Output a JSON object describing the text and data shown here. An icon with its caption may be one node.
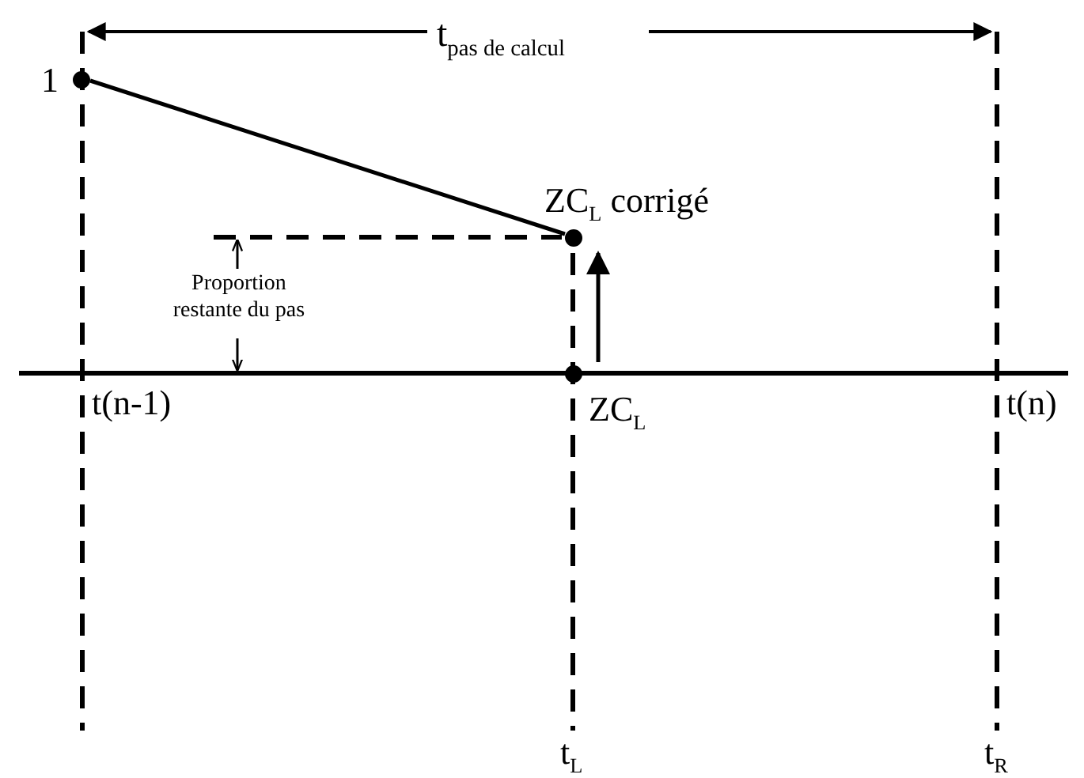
{
  "diagram": {
    "nodes": [
      {
        "text": [
          "1"
        ]
      },
      {
        "text": [
          "ZC$_{L}$ corrigé"
        ]
      },
      {
        "text": [
          "ZC$_{L}$"
        ]
      }
    ],
    "edges": [
      {
        "from": 0,
        "to": 1,
        "arrow": "none"
      },
      {
        "from": 2,
        "to": 1,
        "arrow": "to"
      }
    ],
    "labels": [
      "t$_{pas de calcul}$",
      "Proportion restante du pas",
      "t(n-1)",
      "t(n)",
      "t$_{L}$",
      "t$_{R}$"
    ]
  }
}
